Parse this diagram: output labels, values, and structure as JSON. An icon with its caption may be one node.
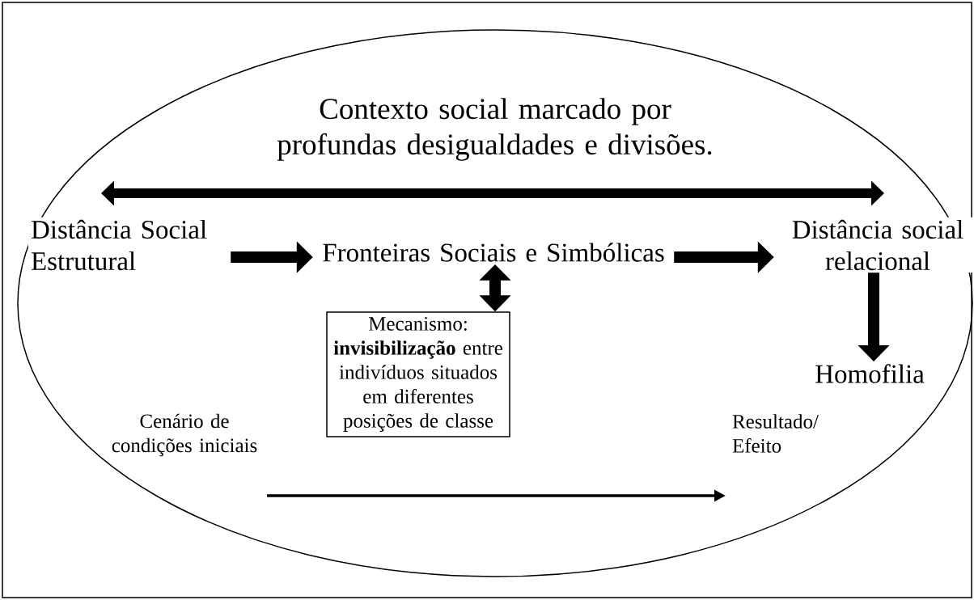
{
  "diagram": {
    "nodes": [
      {
        "text": [
          "Contexto social marcado por profundas desigualdades e divisões."
        ]
      },
      {
        "text": [
          "Distância Social Estrutural"
        ],
        "in": 0
      },
      {
        "text": [
          "Fronteiras Sociais e Simbólicas"
        ],
        "in": 0
      },
      {
        "text": [
          "Distância social relacional"
        ],
        "in": 0
      },
      {
        "text": [
          "Homofilia"
        ],
        "in": 0
      },
      {
        "text": [
          "Mecanismo:",
          "**invisibilização** entre indivíduos situados em diferentes posições de classe"
        ],
        "in": 0
      }
    ],
    "edges": [
      {
        "from": 1,
        "to": 2,
        "arrow": "to"
      },
      {
        "from": 2,
        "to": 3,
        "arrow": "to"
      },
      {
        "from": 3,
        "to": 4,
        "arrow": "to"
      },
      {
        "from": 2,
        "to": 5,
        "arrow": "both"
      }
    ],
    "labels": [
      "Cenário de condições iniciais",
      "Resultado/ Efeito"
    ]
  }
}
